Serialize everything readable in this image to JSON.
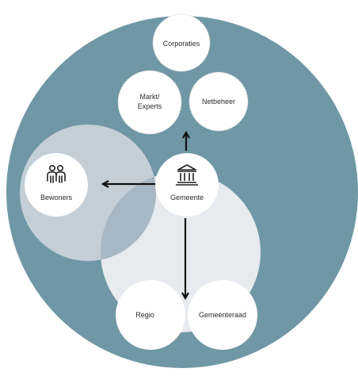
{
  "nodes": {
    "corporaties": "Corporaties",
    "markt_experts_line1": "Markt/",
    "markt_experts_line2": "Experts",
    "netbeheer": "Netbeheer",
    "gemeente": "Gemeente",
    "bewoners": "Bewoners",
    "regio": "Regio",
    "gemeenteraad": "Gemeenteraad"
  },
  "icons": {
    "gemeente": "building-icon",
    "bewoners": "residents-icon"
  },
  "colors": {
    "outer_circle": "#6f97a5",
    "bewoners_zone": "#c3ced7",
    "bewoners_zone_overlap": "#a7b7c3",
    "gemeente_zone": "#e7eaee",
    "node_fill": "#ffffff",
    "arrow": "#111111",
    "text": "#2b2b2b"
  }
}
